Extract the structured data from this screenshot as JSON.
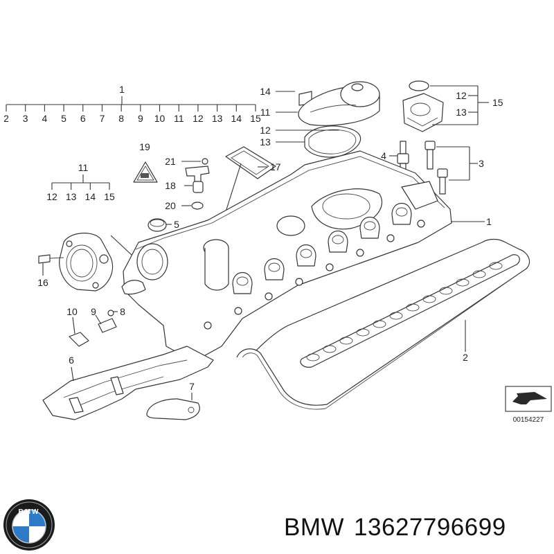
{
  "diagram": {
    "callouts": {
      "p1": "1",
      "p2": "2",
      "p3": "3",
      "p4": "4",
      "p5": "5",
      "p6": "6",
      "p7": "7",
      "p8": "8",
      "p9": "9",
      "p10": "10",
      "p11": "11",
      "p16": "16",
      "p17": "17",
      "p18": "18",
      "p19": "19",
      "p20": "20",
      "p21": "21"
    },
    "kit1": {
      "label": "1",
      "items": [
        "2",
        "3",
        "4",
        "5",
        "6",
        "7",
        "8",
        "9",
        "10",
        "11",
        "12",
        "13",
        "14",
        "15"
      ]
    },
    "kit11": {
      "label": "11",
      "items": [
        "12",
        "13",
        "14",
        "15"
      ]
    },
    "cover": {
      "c14": "14",
      "c11": "11",
      "c12": "12",
      "c13": "13"
    },
    "kit15": {
      "label": "15",
      "c12": "12",
      "c13": "13"
    },
    "reference_code": "00154227"
  },
  "footer": {
    "brand": "BMW",
    "part_number": "13627796699"
  }
}
